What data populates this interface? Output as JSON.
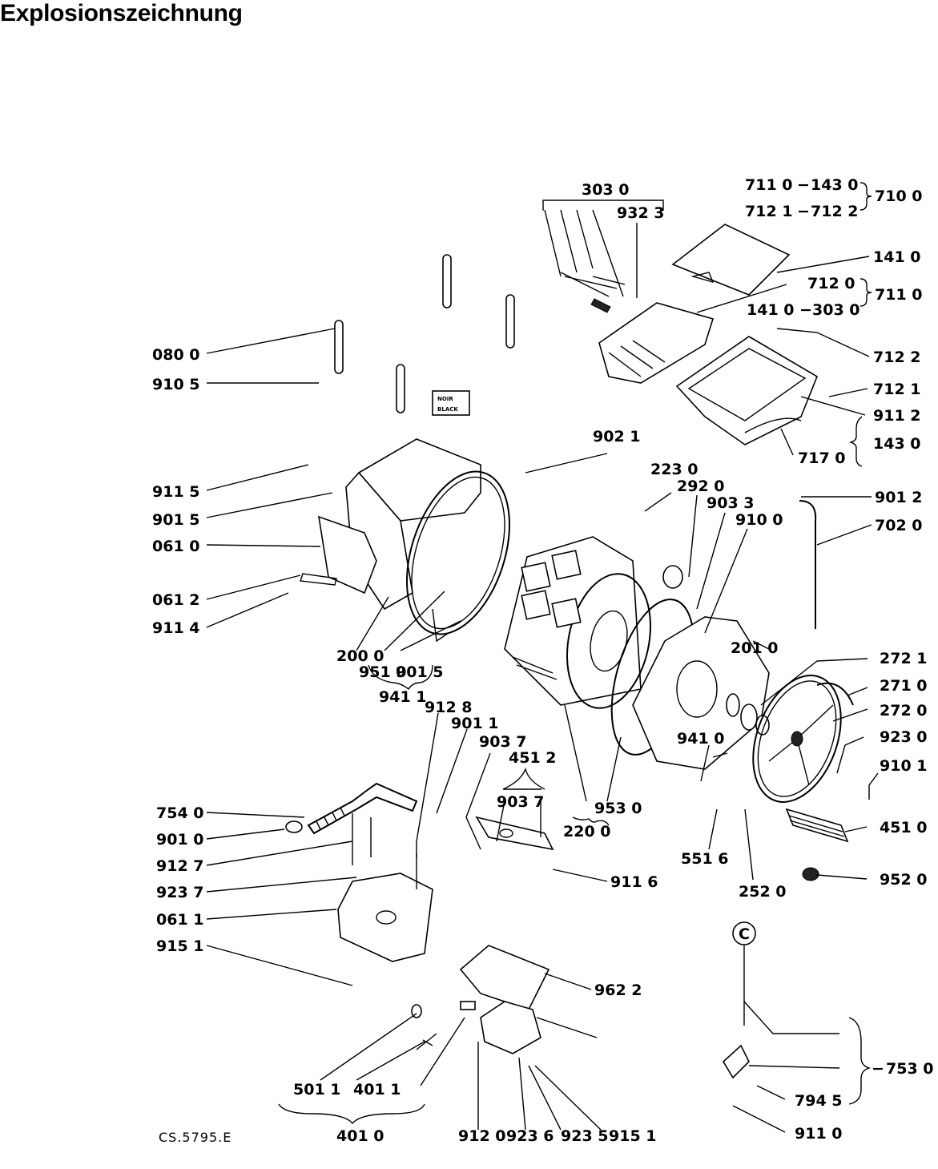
{
  "title": "Explosionszeichnung",
  "drawing_code": "CS.5795.E",
  "callouts": {
    "c3030": "303 0",
    "c9323": "932 3",
    "c7110a": "711 0",
    "c1430a": "143 0",
    "c7121a": "712 1",
    "c7122a": "712 2",
    "c7100": "710 0",
    "c1410a": "141 0",
    "c7120": "712 0",
    "c7110b": "711 0",
    "c1410b": "141 0",
    "c3030b": "303 0",
    "c7122b": "712 2",
    "c7121b": "712 1",
    "c9112": "911 2",
    "c1430b": "143 0",
    "c7170": "717 0",
    "c0800": "080 0",
    "c9105": "910 5",
    "c9021": "902 1",
    "c2230": "223 0",
    "c2920": "292 0",
    "c9033": "903 3",
    "c9100": "910 0",
    "c9012": "901 2",
    "c7020": "702 0",
    "c9115": "911 5",
    "c9015": "901 5",
    "c0610": "061 0",
    "c0612": "061 2",
    "c9114": "911 4",
    "c2000": "200 0",
    "c9510": "951 0",
    "c9015b": "901 5",
    "c9411": "941 1",
    "c2010": "201 0",
    "c2721": "272 1",
    "c2710": "271 0",
    "c2720": "272 0",
    "c9230": "923 0",
    "c9101": "910 1",
    "c9128": "912 8",
    "c9011": "901 1",
    "c9037": "903 7",
    "c4512": "451 2",
    "c9037b": "903 7",
    "c9410": "941 0",
    "c9530": "953 0",
    "c2200": "220 0",
    "c7540": "754 0",
    "c9010": "901 0",
    "c9127": "912 7",
    "c9237": "923 7",
    "c0611": "061 1",
    "c9151": "915 1",
    "c9116": "911 6",
    "c5516": "551 6",
    "c2520": "252 0",
    "c4510": "451 0",
    "c9520": "952 0",
    "c9622": "962 2",
    "c7530": "753 0",
    "c7945": "794 5",
    "c9110": "911 0",
    "c5011": "501 1",
    "c4011": "401 1",
    "c4010": "401 0",
    "c9120": "912 0",
    "c9236": "923 6",
    "c9235": "923 5",
    "c9151b": "915 1"
  },
  "symbols": {
    "minus": "−",
    "circle_c": "C"
  },
  "tag": {
    "noir": "NOIR",
    "black": "BLACK"
  },
  "icons": {
    "brace": "curly-brace"
  }
}
